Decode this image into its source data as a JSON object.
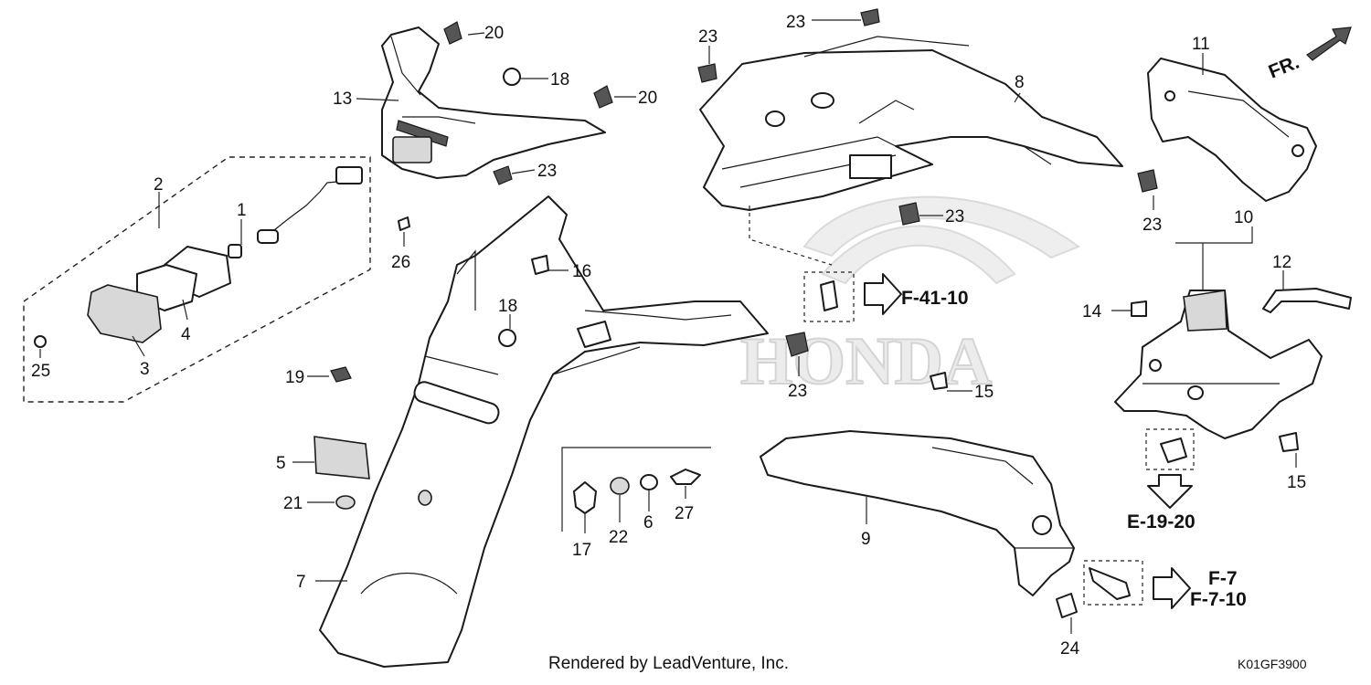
{
  "diagram": {
    "watermark": "HONDA",
    "direction_marker": "FR.",
    "footer_credit": "Rendered by LeadVenture, Inc.",
    "diagram_code": "K01GF3900"
  },
  "callouts": {
    "c1": "1",
    "c2": "2",
    "c3": "3",
    "c4": "4",
    "c5": "5",
    "c6": "6",
    "c7": "7",
    "c8": "8",
    "c9": "9",
    "c10": "10",
    "c11": "11",
    "c12": "12",
    "c13": "13",
    "c14": "14",
    "c15a": "15",
    "c15b": "15",
    "c16": "16",
    "c17": "17",
    "c18a": "18",
    "c18b": "18",
    "c19": "19",
    "c20a": "20",
    "c20b": "20",
    "c21": "21",
    "c22": "22",
    "c23a": "23",
    "c23b": "23",
    "c23c": "23",
    "c23d": "23",
    "c23e": "23",
    "c23f": "23",
    "c24": "24",
    "c25": "25",
    "c26": "26",
    "c27": "27"
  },
  "references": {
    "f41": "F-41-10",
    "e19": "E-19-20",
    "f7": "F-7",
    "f710": "F-7-10"
  }
}
